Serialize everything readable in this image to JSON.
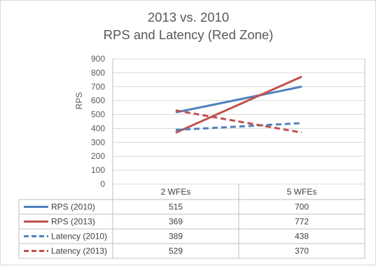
{
  "chart_data": {
    "type": "line",
    "title": "2013 vs. 2010",
    "subtitle": "RPS and Latency (Red Zone)",
    "xlabel": "",
    "ylabel": "RPS",
    "ylim": [
      0,
      900
    ],
    "yticks": [
      0,
      100,
      200,
      300,
      400,
      500,
      600,
      700,
      800,
      900
    ],
    "categories": [
      "2 WFEs",
      "5 WFEs"
    ],
    "grid": true,
    "legend_placement": "data-table",
    "series": [
      {
        "name": "RPS (2010)",
        "values": [
          515,
          700
        ],
        "color": "#4f81bd",
        "dash": "solid"
      },
      {
        "name": "RPS (2013)",
        "values": [
          369,
          772
        ],
        "color": "#c0504d",
        "dash": "solid"
      },
      {
        "name": "Latency (2010)",
        "values": [
          389,
          438
        ],
        "color": "#4f81bd",
        "dash": "dashed"
      },
      {
        "name": "Latency (2013)",
        "values": [
          529,
          370
        ],
        "color": "#c0504d",
        "dash": "dashed"
      }
    ]
  }
}
